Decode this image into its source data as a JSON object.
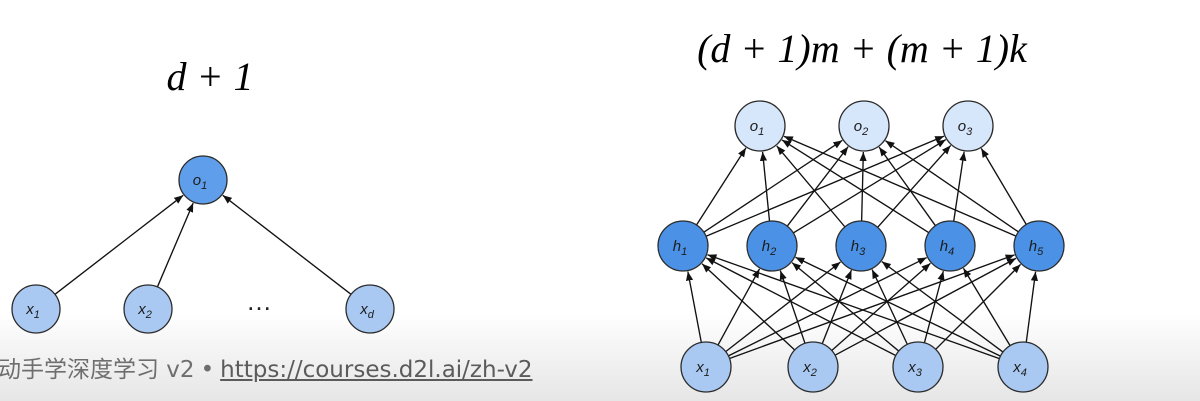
{
  "left_formula": "d + 1",
  "right_formula": "(d + 1)m + (m + 1)k",
  "left_network": {
    "output": {
      "name": "o",
      "sub": "1"
    },
    "inputs": [
      {
        "name": "x",
        "sub": "1"
      },
      {
        "name": "x",
        "sub": "2"
      },
      {
        "name": "x",
        "sub": "d"
      }
    ],
    "ellipsis": "…"
  },
  "right_network": {
    "outputs": [
      {
        "name": "o",
        "sub": "1"
      },
      {
        "name": "o",
        "sub": "2"
      },
      {
        "name": "o",
        "sub": "3"
      }
    ],
    "hidden": [
      {
        "name": "h",
        "sub": "1"
      },
      {
        "name": "h",
        "sub": "2"
      },
      {
        "name": "h",
        "sub": "3"
      },
      {
        "name": "h",
        "sub": "4"
      },
      {
        "name": "h",
        "sub": "5"
      }
    ],
    "inputs": [
      {
        "name": "x",
        "sub": "1"
      },
      {
        "name": "x",
        "sub": "2"
      },
      {
        "name": "x",
        "sub": "3"
      },
      {
        "name": "x",
        "sub": "4"
      }
    ]
  },
  "colors": {
    "output_fill": "#d6e6fb",
    "hidden_fill": "#4b92e6",
    "input_fill": "#a9c9f2",
    "left_output_fill": "#5f9eea",
    "left_input_fill": "#a9c9f2"
  },
  "footer": {
    "course": "动手学深度学习 v2",
    "separator": "•",
    "url": "https://courses.d2l.ai/zh-v2"
  }
}
